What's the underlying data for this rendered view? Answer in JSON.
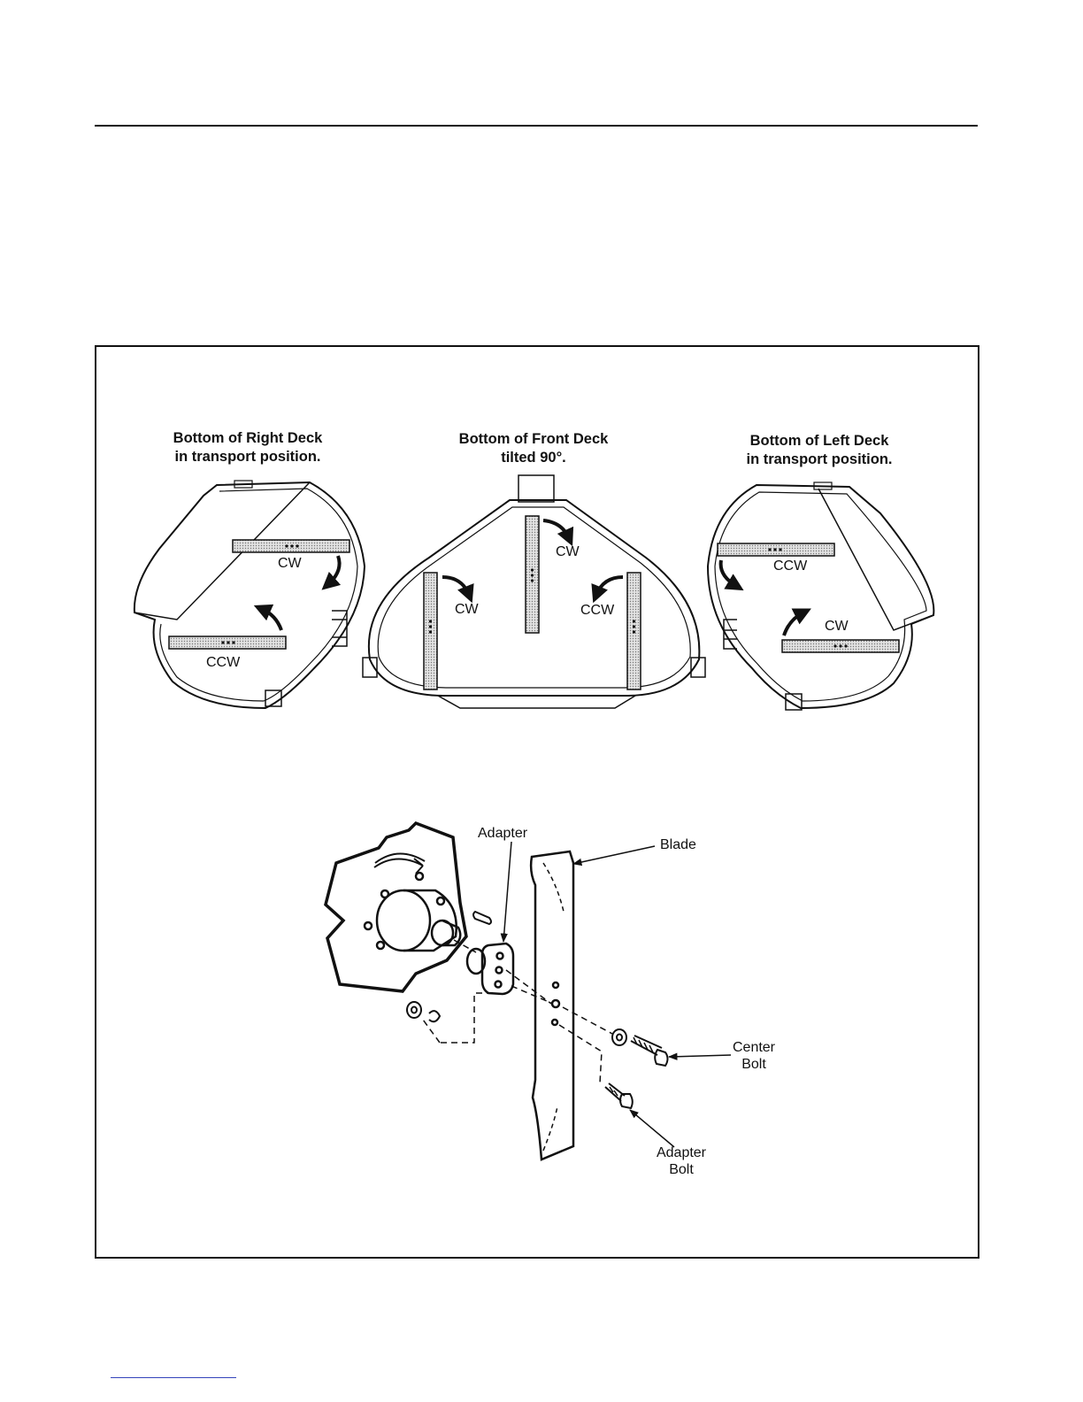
{
  "decks": {
    "right": {
      "caption_line1": "Bottom of Right Deck",
      "caption_line2": "in transport position.",
      "upper_dir": "CW",
      "lower_dir": "CCW"
    },
    "front": {
      "caption_line1": "Bottom of Front Deck",
      "caption_line2": "tilted 90°.",
      "left_dir": "CW",
      "center_dir": "CW",
      "right_dir": "CCW"
    },
    "left": {
      "caption_line1": "Bottom of Left Deck",
      "caption_line2": "in transport position.",
      "upper_dir": "CCW",
      "lower_dir": "CW"
    }
  },
  "assembly": {
    "adapter": "Adapter",
    "blade": "Blade",
    "center_bolt_line1": "Center",
    "center_bolt_line2": "Bolt",
    "adapter_bolt_line1": "Adapter",
    "adapter_bolt_line2": "Bolt"
  },
  "colors": {
    "ink": "#111111",
    "blade_fill": "#c9c9c9",
    "link": "#3344bb"
  }
}
